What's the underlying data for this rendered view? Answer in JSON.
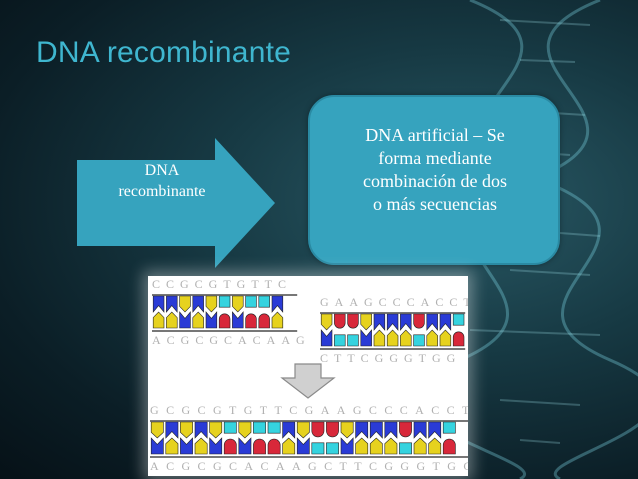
{
  "slide": {
    "title": "DNA recombinante",
    "arrow_label_line1": "DNA",
    "arrow_label_line2": "recombinante",
    "callout_lines": [
      "DNA artificial – Se",
      "forma mediante",
      "combinación de dos",
      "o más secuencias"
    ]
  },
  "figure": {
    "fragment_a_top": "CCGCGTGTTC",
    "fragment_a_bottom": "ACGCGCACAAG",
    "fragment_b_top": "GAAGCCCACCT",
    "fragment_b_bottom": "CTTCGGGTGG",
    "combined_top": "GCGCGTGTTCGAAGCCCACCT",
    "combined_bottom": "ACGCGCACAAGCTTCGGGTGGA"
  },
  "colors": {
    "title": "#3fb6cf",
    "callout_fill": "#36a3be",
    "arrow_fill": "#36a3be",
    "base_A": "#d8283a",
    "base_C": "#2a3bd6",
    "base_G": "#e6d21e",
    "base_T": "#35d3df"
  }
}
